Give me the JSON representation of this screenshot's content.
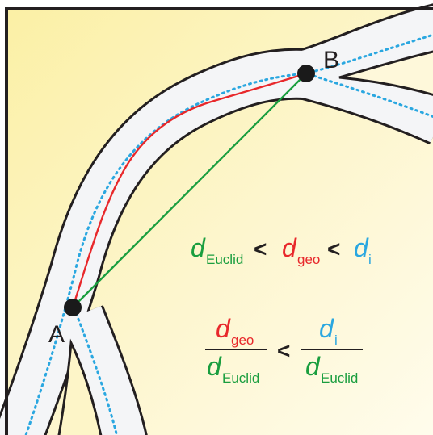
{
  "points": {
    "a_label": "A",
    "b_label": "B"
  },
  "inequality": {
    "d": "d",
    "euclid_sub": "Euclid",
    "geo_sub": "geo",
    "i_sub": "i",
    "lt": "<"
  },
  "ratio": {
    "d": "d",
    "geo_sub": "geo",
    "euclid_sub": "Euclid",
    "i_sub": "i",
    "lt": "<"
  },
  "colors": {
    "background_gradient": [
      "#fbf0a5",
      "#fffbe8"
    ],
    "frame": "#231f20",
    "road_fill": "#f4f5f7",
    "euclid_green": "#1a9e3f",
    "geo_red": "#e8282b",
    "i_blue": "#2aa7e0",
    "point": "#1a1a1a"
  }
}
